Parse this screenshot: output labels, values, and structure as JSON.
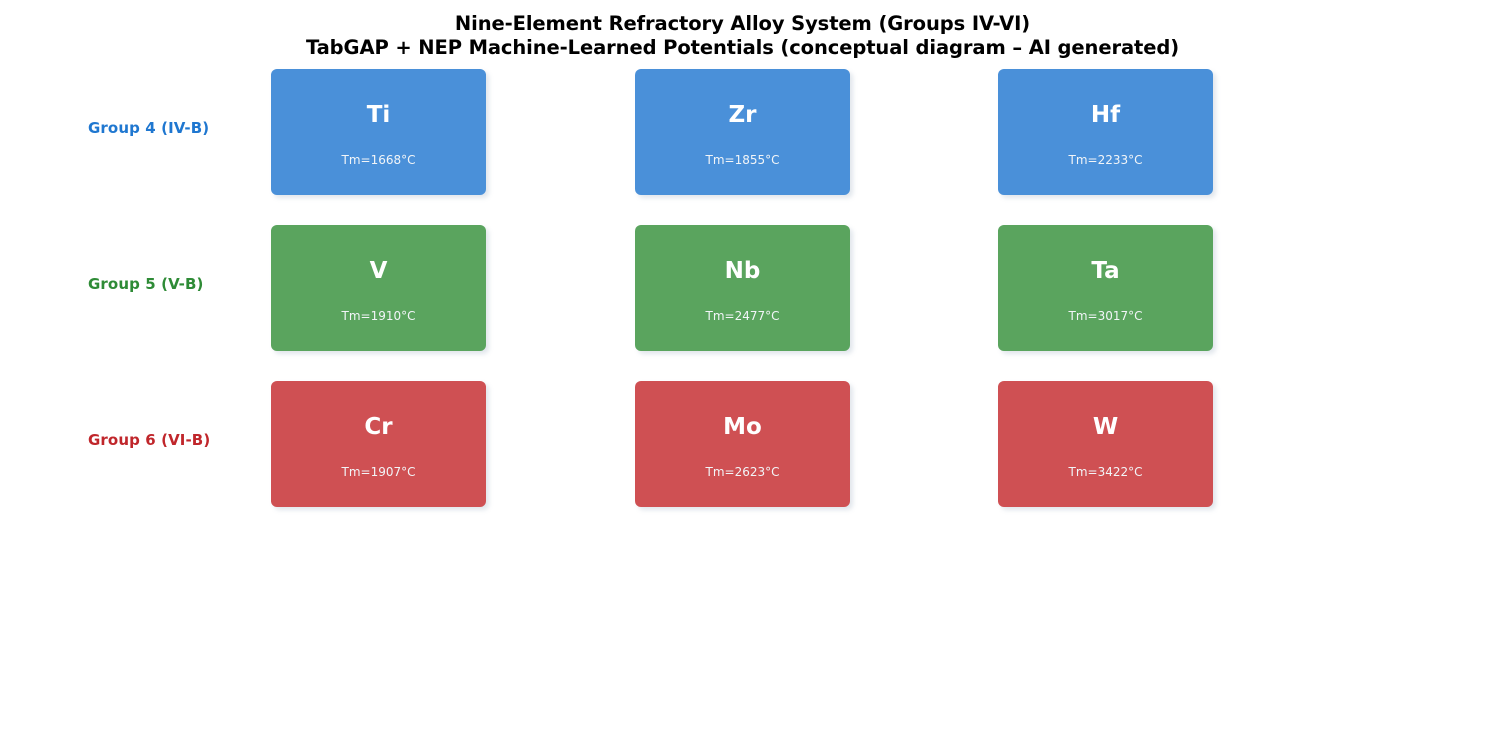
{
  "title": {
    "line1": "Nine-Element Refractory Alloy System (Groups IV-VI)",
    "line2": "TabGAP + NEP Machine-Learned Potentials (conceptual diagram – AI generated)"
  },
  "colors": {
    "background": "#ffffff",
    "title_text": "#000000",
    "group_4": "#4a90d9",
    "group_5": "#5aa45e",
    "group_6": "#cf5053",
    "group_4_label": "#1f77d0",
    "group_5_label": "#2e8b36",
    "group_6_label": "#c0262b",
    "card_text": "#ffffff"
  },
  "groups": [
    {
      "label": "Group 4 (IV-B)",
      "color_key": "group_4",
      "elements": [
        {
          "symbol": "Ti",
          "tm_label": "Tm=1668°C",
          "tm_value": 1668,
          "tm_unit": "°C"
        },
        {
          "symbol": "Zr",
          "tm_label": "Tm=1855°C",
          "tm_value": 1855,
          "tm_unit": "°C"
        },
        {
          "symbol": "Hf",
          "tm_label": "Tm=2233°C",
          "tm_value": 2233,
          "tm_unit": "°C"
        }
      ]
    },
    {
      "label": "Group 5 (V-B)",
      "color_key": "group_5",
      "elements": [
        {
          "symbol": "V",
          "tm_label": "Tm=1910°C",
          "tm_value": 1910,
          "tm_unit": "°C"
        },
        {
          "symbol": "Nb",
          "tm_label": "Tm=2477°C",
          "tm_value": 2477,
          "tm_unit": "°C"
        },
        {
          "symbol": "Ta",
          "tm_label": "Tm=3017°C",
          "tm_value": 3017,
          "tm_unit": "°C"
        }
      ]
    },
    {
      "label": "Group 6 (VI-B)",
      "color_key": "group_6",
      "elements": [
        {
          "symbol": "Cr",
          "tm_label": "Tm=1907°C",
          "tm_value": 1907,
          "tm_unit": "°C"
        },
        {
          "symbol": "Mo",
          "tm_label": "Tm=2623°C",
          "tm_value": 2623,
          "tm_unit": "°C"
        },
        {
          "symbol": "W",
          "tm_label": "Tm=3422°C",
          "tm_value": 3422,
          "tm_unit": "°C"
        }
      ]
    }
  ]
}
